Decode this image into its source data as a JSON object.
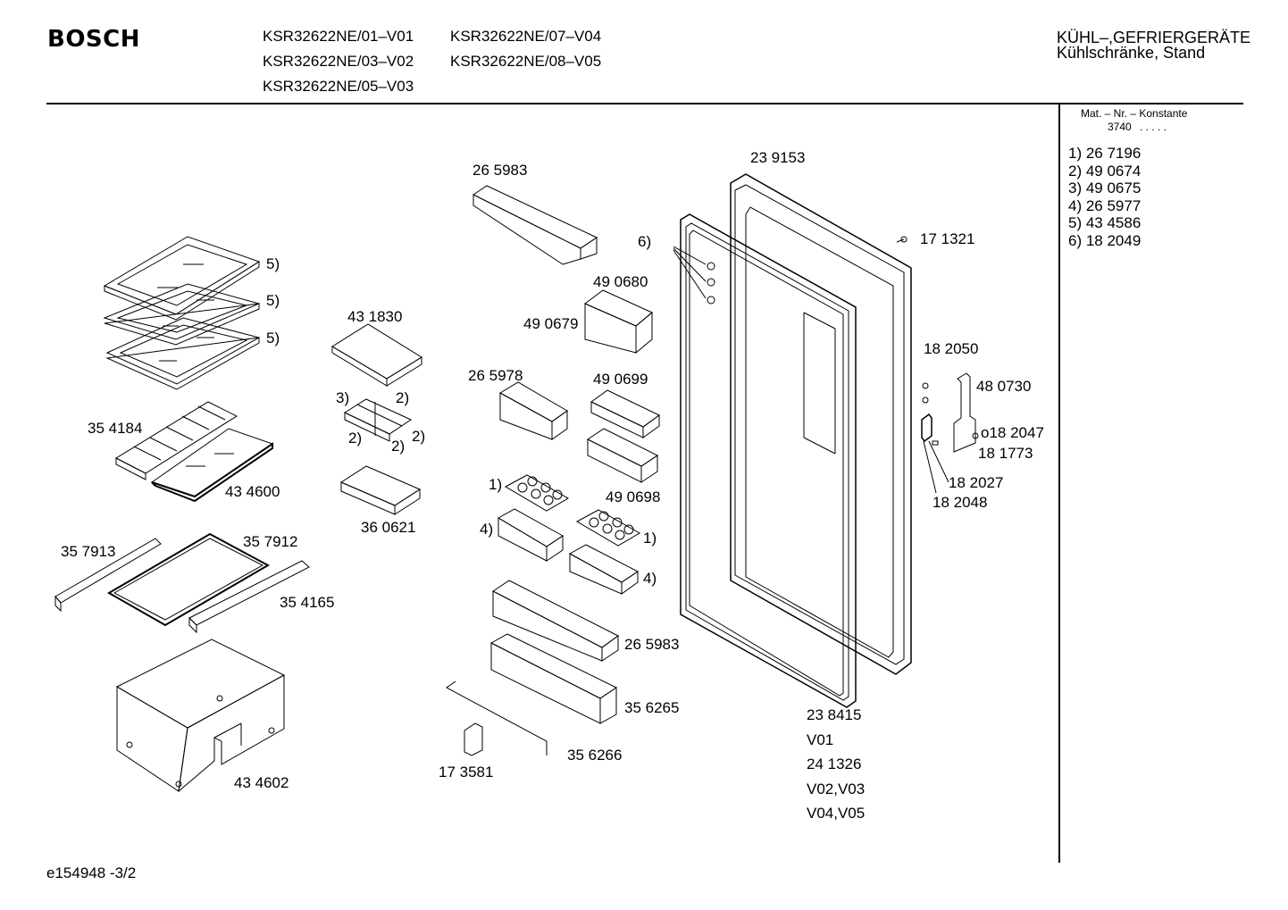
{
  "header": {
    "brand": "BOSCH",
    "models": [
      "KSR32622NE/01–V01",
      "KSR32622NE/07–V04",
      "KSR32622NE/03–V02",
      "KSR32622NE/08–V05",
      "KSR32622NE/05–V03"
    ],
    "category_line1": "KÜHL–,GEFRIERGERÄTE",
    "category_line2": "Kühlschränke, Stand"
  },
  "sidebar": {
    "heading": "Mat. – Nr. – Konstante",
    "constant": "3740",
    "constant_dots": ". . . . .",
    "legend": [
      "1) 26 7196",
      "2) 49 0674",
      "3) 49 0675",
      "4) 26 5977",
      "5) 43 4586",
      "6) 18 2049"
    ]
  },
  "labels": {
    "l_265983_top": "26 5983",
    "l_239153": "23 9153",
    "l_6": "6)",
    "l_171321": "17 1321",
    "l_5a": "5)",
    "l_5b": "5)",
    "l_5c": "5)",
    "l_490680": "49 0680",
    "l_490679": "49 0679",
    "l_431830": "43 1830",
    "l_182050": "18 2050",
    "l_265978": "26 5978",
    "l_490699": "49 0699",
    "l_480730": "48 0730",
    "l_3": "3)",
    "l_2a": "2)",
    "l_2b": "2)",
    "l_2c": "2)",
    "l_2d": "2)",
    "l_354184": "35 4184",
    "l_182047": "o18 2047",
    "l_181773": "18 1773",
    "l_434600": "43 4600",
    "l_182027": "18 2027",
    "l_1a": "1)",
    "l_490698": "49 0698",
    "l_182048": "18 2048",
    "l_360621": "36 0621",
    "l_4a": "4)",
    "l_1b": "1)",
    "l_357913": "35 7913",
    "l_357912": "35 7912",
    "l_4b": "4)",
    "l_354165": "35 4165",
    "l_265983_bot": "26 5983",
    "l_356265": "35 6265",
    "l_238415": "23 8415",
    "l_v01": "V01",
    "l_241326": "24 1326",
    "l_v02v03": "V02,V03",
    "l_v04v05": "V04,V05",
    "l_356266": "35 6266",
    "l_173581": "17 3581",
    "l_434602": "43 4602"
  },
  "footer": {
    "doc_id": "e154948 -3/2"
  }
}
